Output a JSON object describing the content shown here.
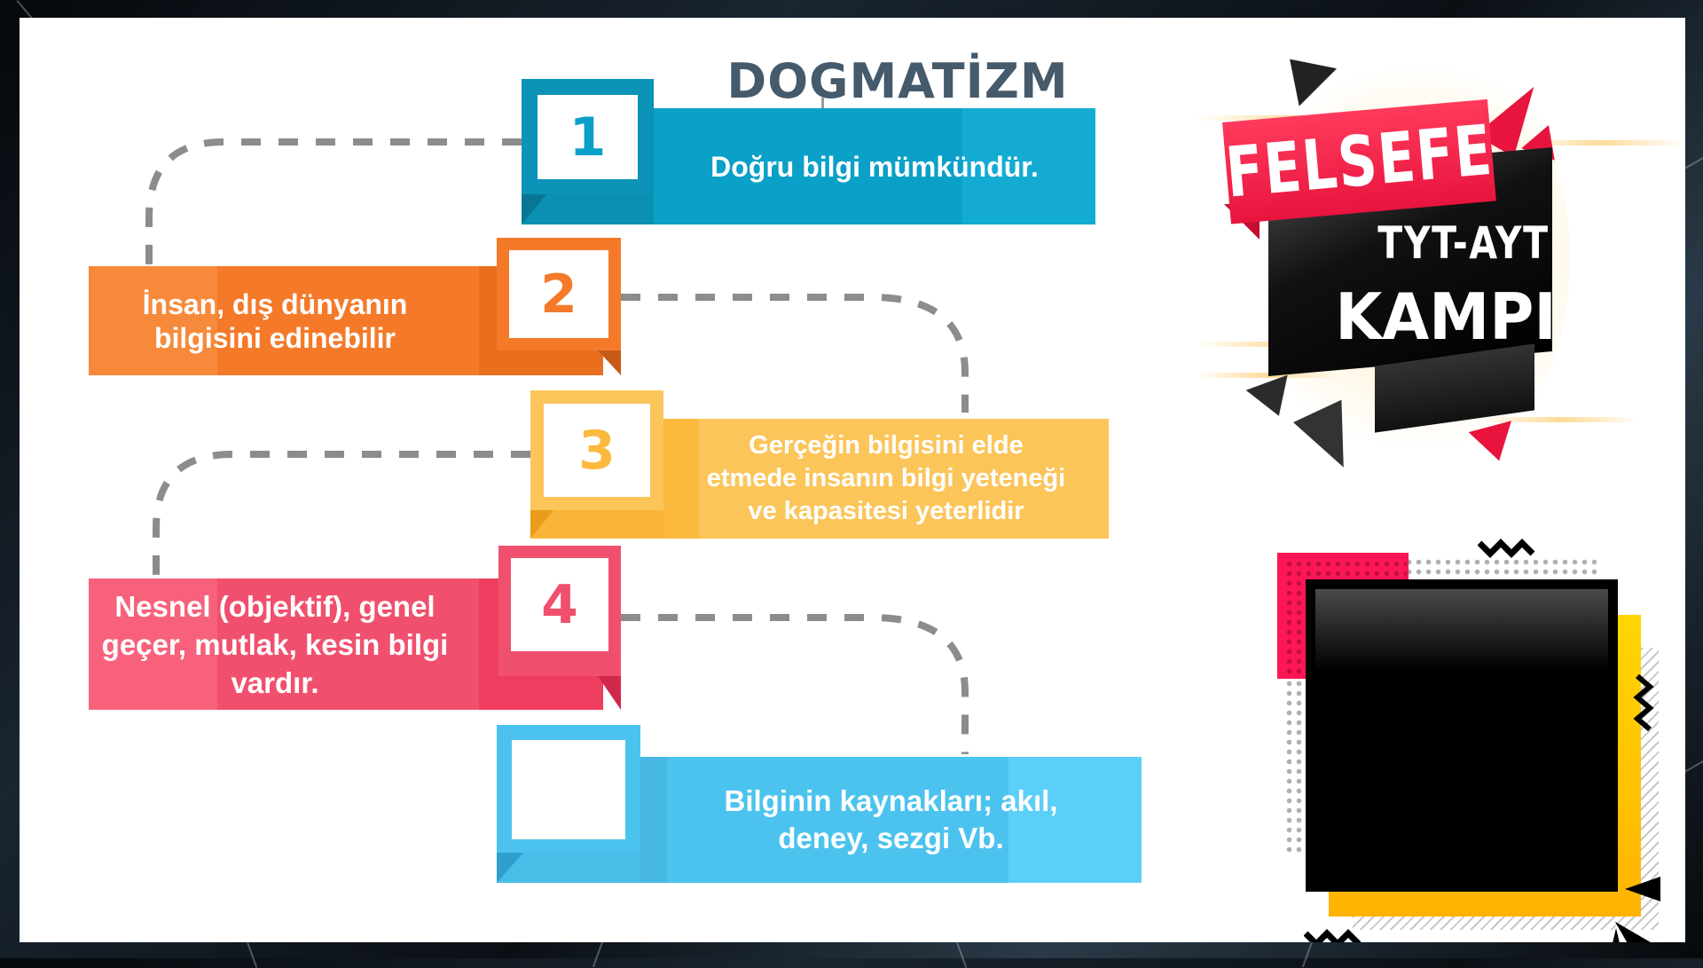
{
  "slide": {
    "title": "DOGMATİZM",
    "steps": [
      {
        "number": "1",
        "text": "Doğru bilgi mümkündür.",
        "color": "#0aa0c8"
      },
      {
        "number": "2",
        "text": "İnsan, dış dünyanın bilgisini edinebilir",
        "line1": "İnsan, dış dünyanın",
        "line2": "bilgisini edinebilir",
        "color": "#f47a2a"
      },
      {
        "number": "3",
        "text": "Gerçeğin bilgisini elde etmede insanın bilgi yeteneği ve kapasitesi yeterlidir",
        "line1": "Gerçeğin bilgisini elde",
        "line2": "etmede insanın bilgi yeteneği",
        "line3": "ve kapasitesi yeterlidir",
        "color": "#fcc55a"
      },
      {
        "number": "4",
        "text": "Nesnel (objektif), genel geçer, mutlak, kesin bilgi vardır.",
        "line1": "Nesnel (objektif), genel",
        "line2": "geçer, mutlak, kesin bilgi",
        "line3": "vardır.",
        "color": "#f0506e"
      },
      {
        "number": "",
        "text": "Bilginin kaynakları; akıl, deney, sezgi Vb.",
        "line1": "Bilginin kaynakları; akıl,",
        "line2": "deney, sezgi Vb.",
        "color": "#4cc3ee"
      }
    ]
  },
  "logo": {
    "line1": "FELSEFE",
    "line2": "TYT-AYT",
    "line3": "KAMPI",
    "colors": {
      "red": "#e8143e",
      "black": "#000000",
      "glow": "#ffe2a0"
    }
  },
  "frame": {
    "colors": {
      "pink": "#ff1654",
      "yellow": "#ffc107",
      "black": "#000000",
      "dots": "#b0b0b0"
    }
  }
}
